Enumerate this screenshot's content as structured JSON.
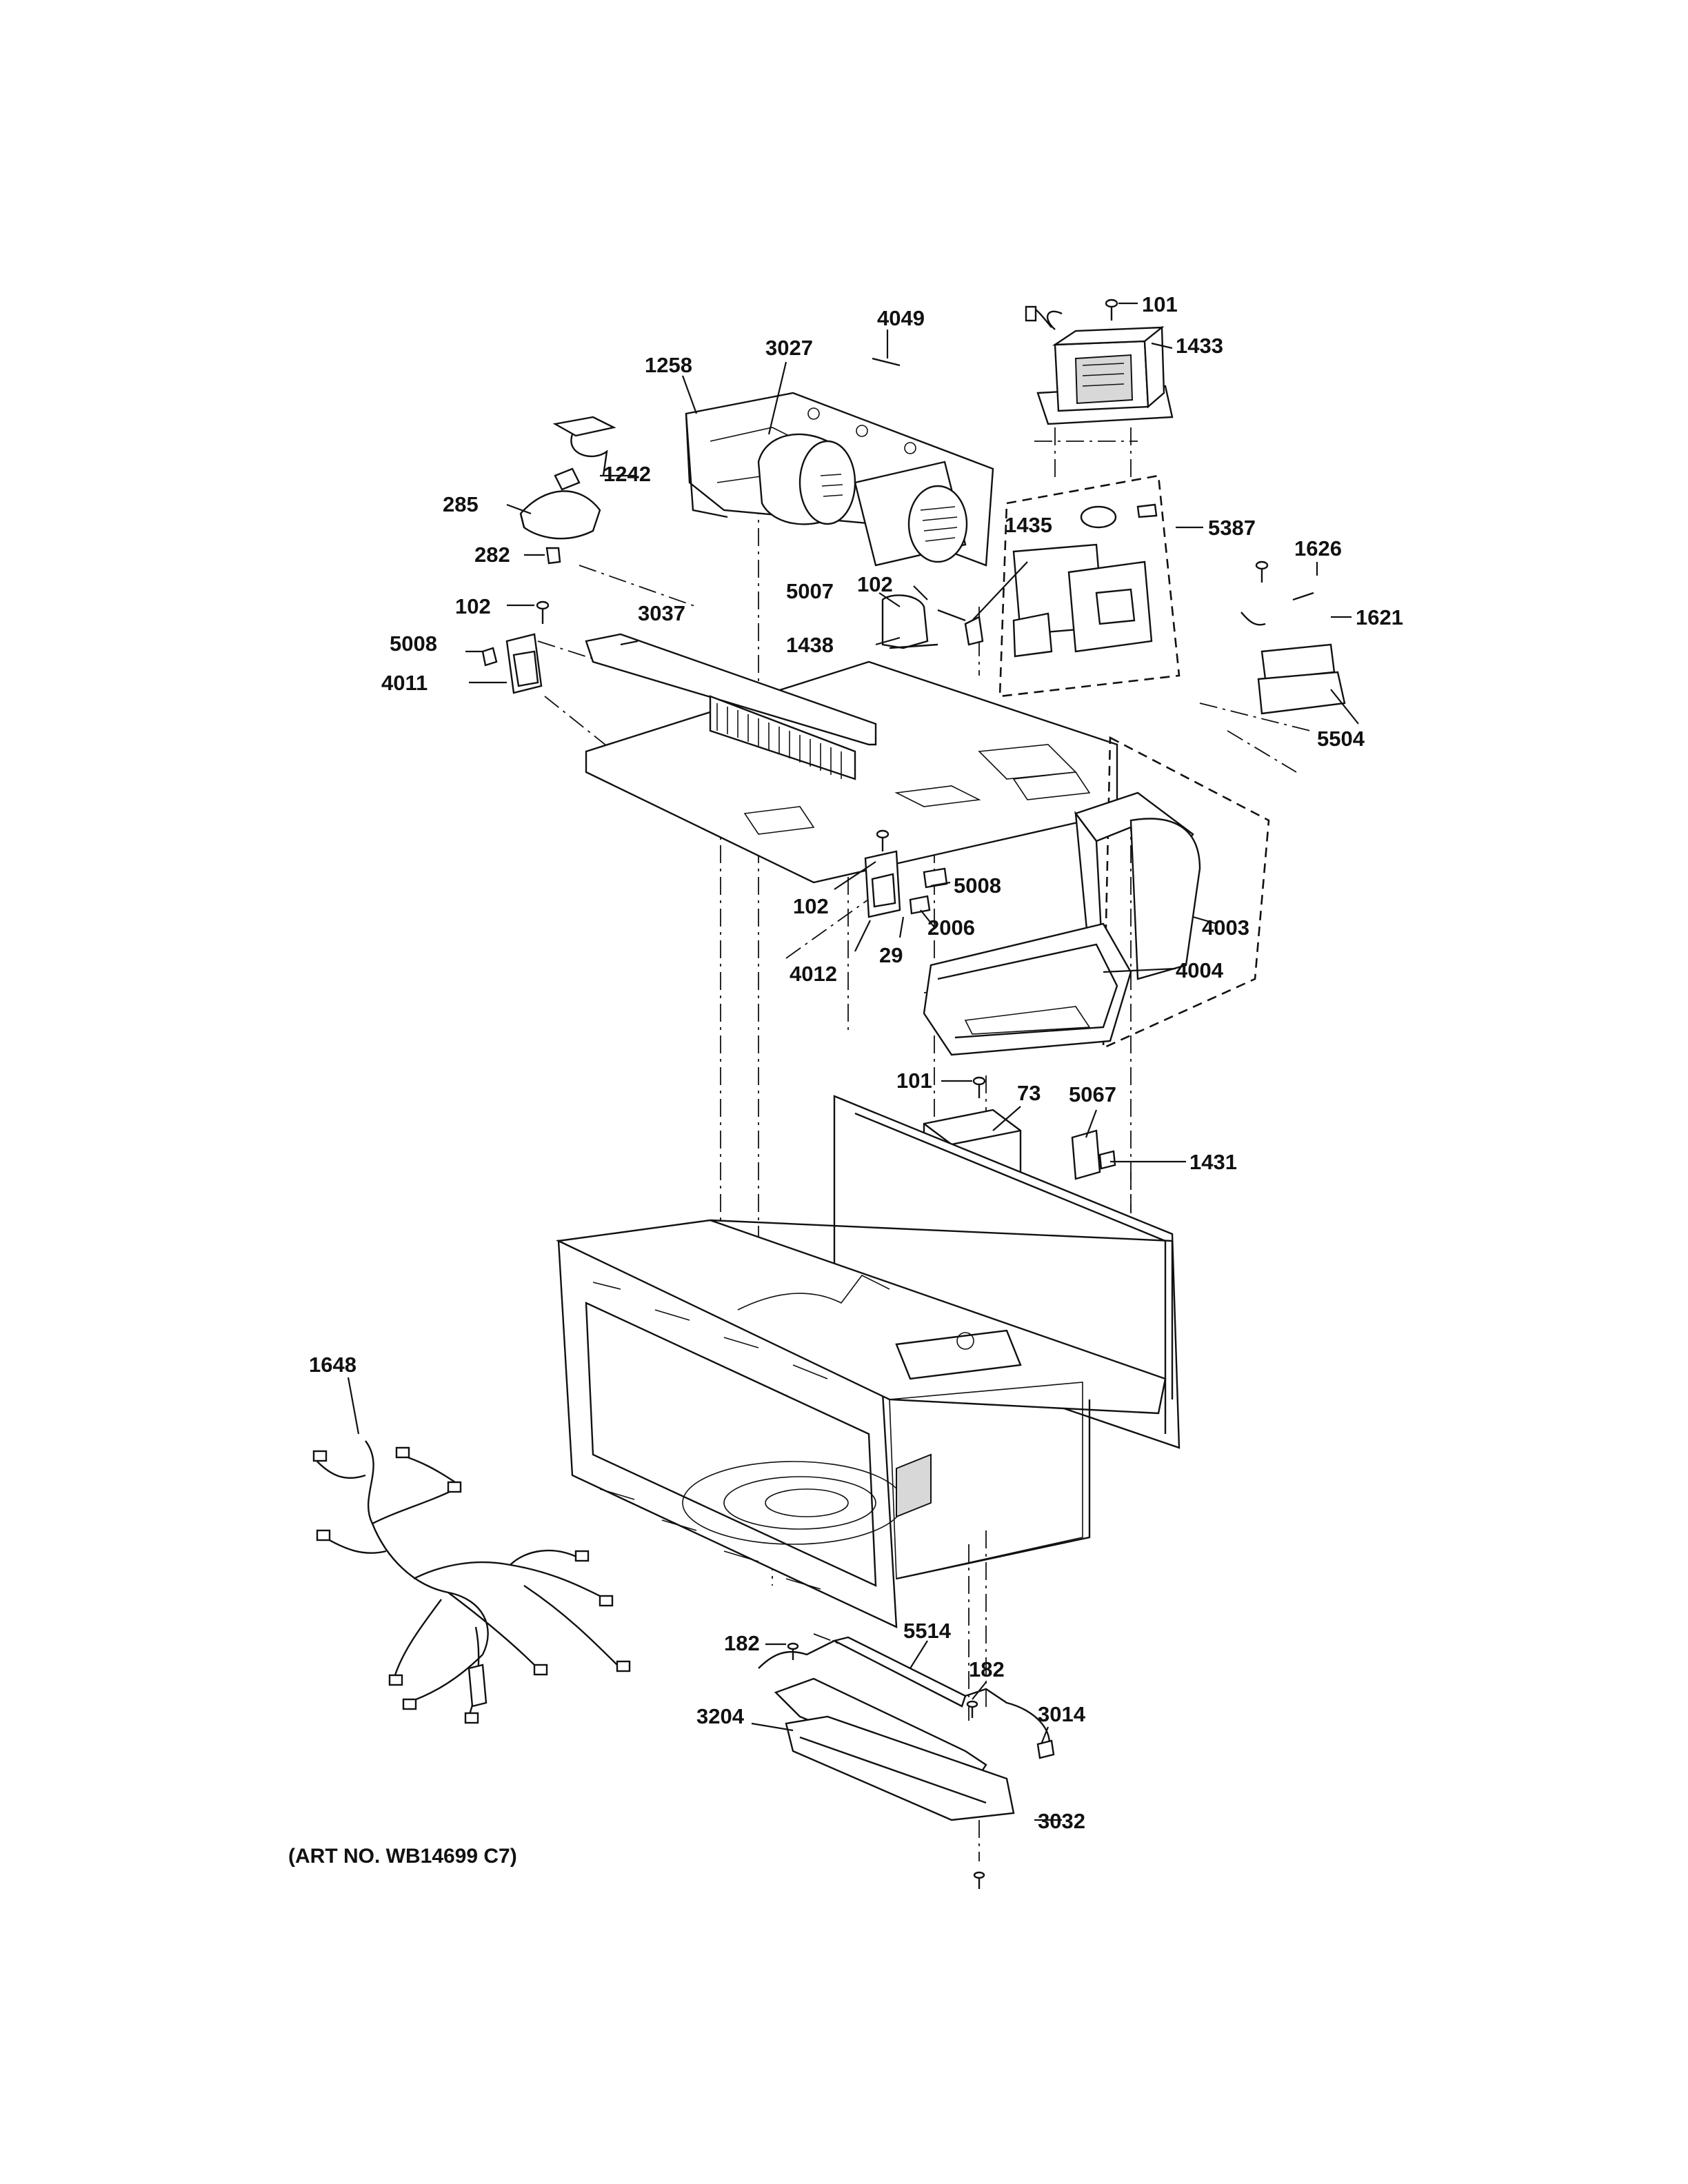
{
  "diagram": {
    "art_number": "(ART NO. WB14699 C7)",
    "callouts": {
      "c101_top": "101",
      "c1433": "1433",
      "c4049": "4049",
      "c3027": "3027",
      "c1258": "1258",
      "c1242": "1242",
      "c285": "285",
      "c282": "282",
      "c1435": "1435",
      "c5387": "5387",
      "c1626": "1626",
      "c1621": "1621",
      "c102_mid": "102",
      "c5007": "5007",
      "c1438": "1438",
      "c102_left": "102",
      "c3037": "3037",
      "c5008_left": "5008",
      "c4011": "4011",
      "c5504": "5504",
      "c5008_right": "5008",
      "c102_lower": "102",
      "c2006": "2006",
      "c29": "29",
      "c4003": "4003",
      "c4012": "4012",
      "c4004": "4004",
      "c101_lower": "101",
      "c73": "73",
      "c5067": "5067",
      "c1431": "1431",
      "c1648": "1648",
      "c182_left": "182",
      "c5514": "5514",
      "c182_right": "182",
      "c3014": "3014",
      "c3204": "3204",
      "c3032": "3032"
    }
  }
}
